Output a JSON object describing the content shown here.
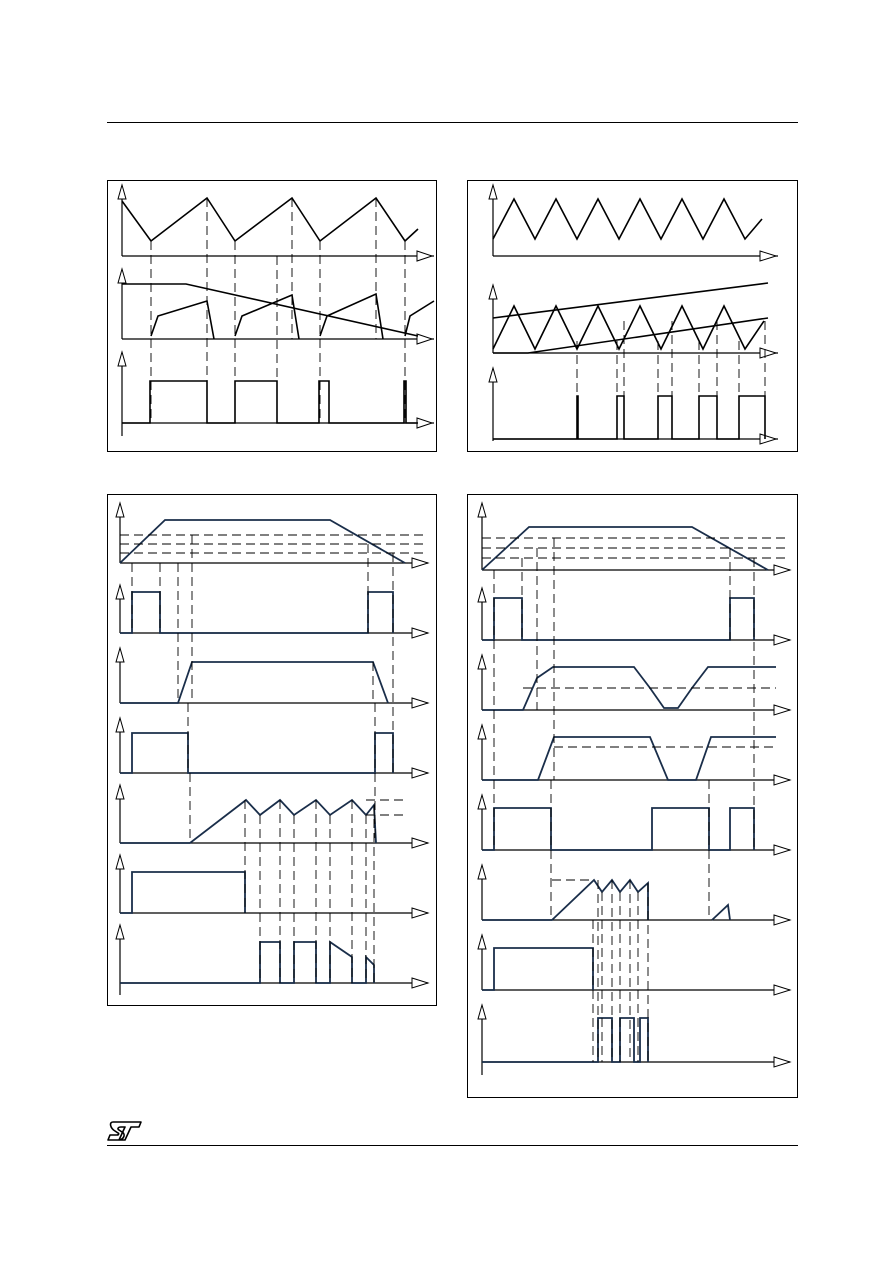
{
  "page": {
    "logo_icon": "st-logo-icon",
    "colors": {
      "line": "#000000",
      "trace_dark": "#1a2e4a"
    }
  },
  "figures": [
    {
      "id": "fig-top-left",
      "traces": 3
    },
    {
      "id": "fig-top-right",
      "traces": 3
    },
    {
      "id": "fig-bottom-left",
      "traces": 7
    },
    {
      "id": "fig-bottom-right",
      "traces": 8
    }
  ]
}
